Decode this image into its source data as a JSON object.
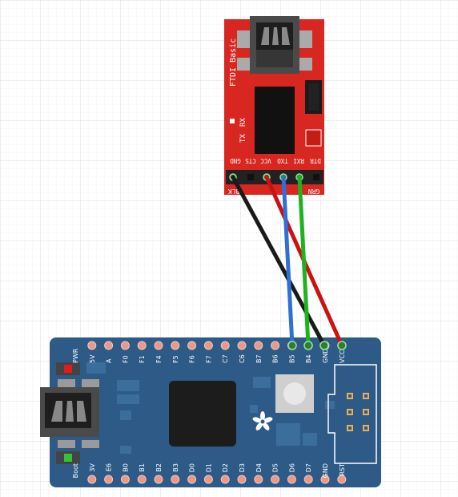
{
  "ftdi": {
    "title": "FTDI Basic",
    "pins": [
      "DTR",
      "RXI",
      "TXO",
      "VCC",
      "CTS",
      "GND"
    ],
    "bottom_left": "BLK",
    "bottom_right": "GRN",
    "led_tx": "TX",
    "led_rx": "RX",
    "color": "#d82720"
  },
  "board": {
    "color": "#2d5a86",
    "top_labels": [
      "PWR",
      "5V",
      "A",
      "F0",
      "F1",
      "F4",
      "F5",
      "F6",
      "F7",
      "C7",
      "C6",
      "B7",
      "B6",
      "B5",
      "B4",
      "GND",
      "VCC"
    ],
    "bottom_labels": [
      "Boot",
      "3V",
      "E6",
      "B0",
      "B1",
      "B2",
      "B3",
      "D0",
      "D1",
      "D2",
      "D3",
      "D4",
      "D5",
      "D6",
      "D7",
      "GND",
      "RST"
    ]
  },
  "wires": [
    {
      "name": "wire-gnd",
      "from": "GND",
      "to": "GND",
      "color": "#1a1a1a"
    },
    {
      "name": "wire-vcc",
      "from": "VCC",
      "to": "VCC",
      "color": "#cc1111"
    },
    {
      "name": "wire-txo",
      "from": "TXO",
      "to": "B5",
      "color": "#2f6fd6"
    },
    {
      "name": "wire-rxi",
      "from": "RXI",
      "to": "B4",
      "color": "#1fb21f"
    }
  ]
}
